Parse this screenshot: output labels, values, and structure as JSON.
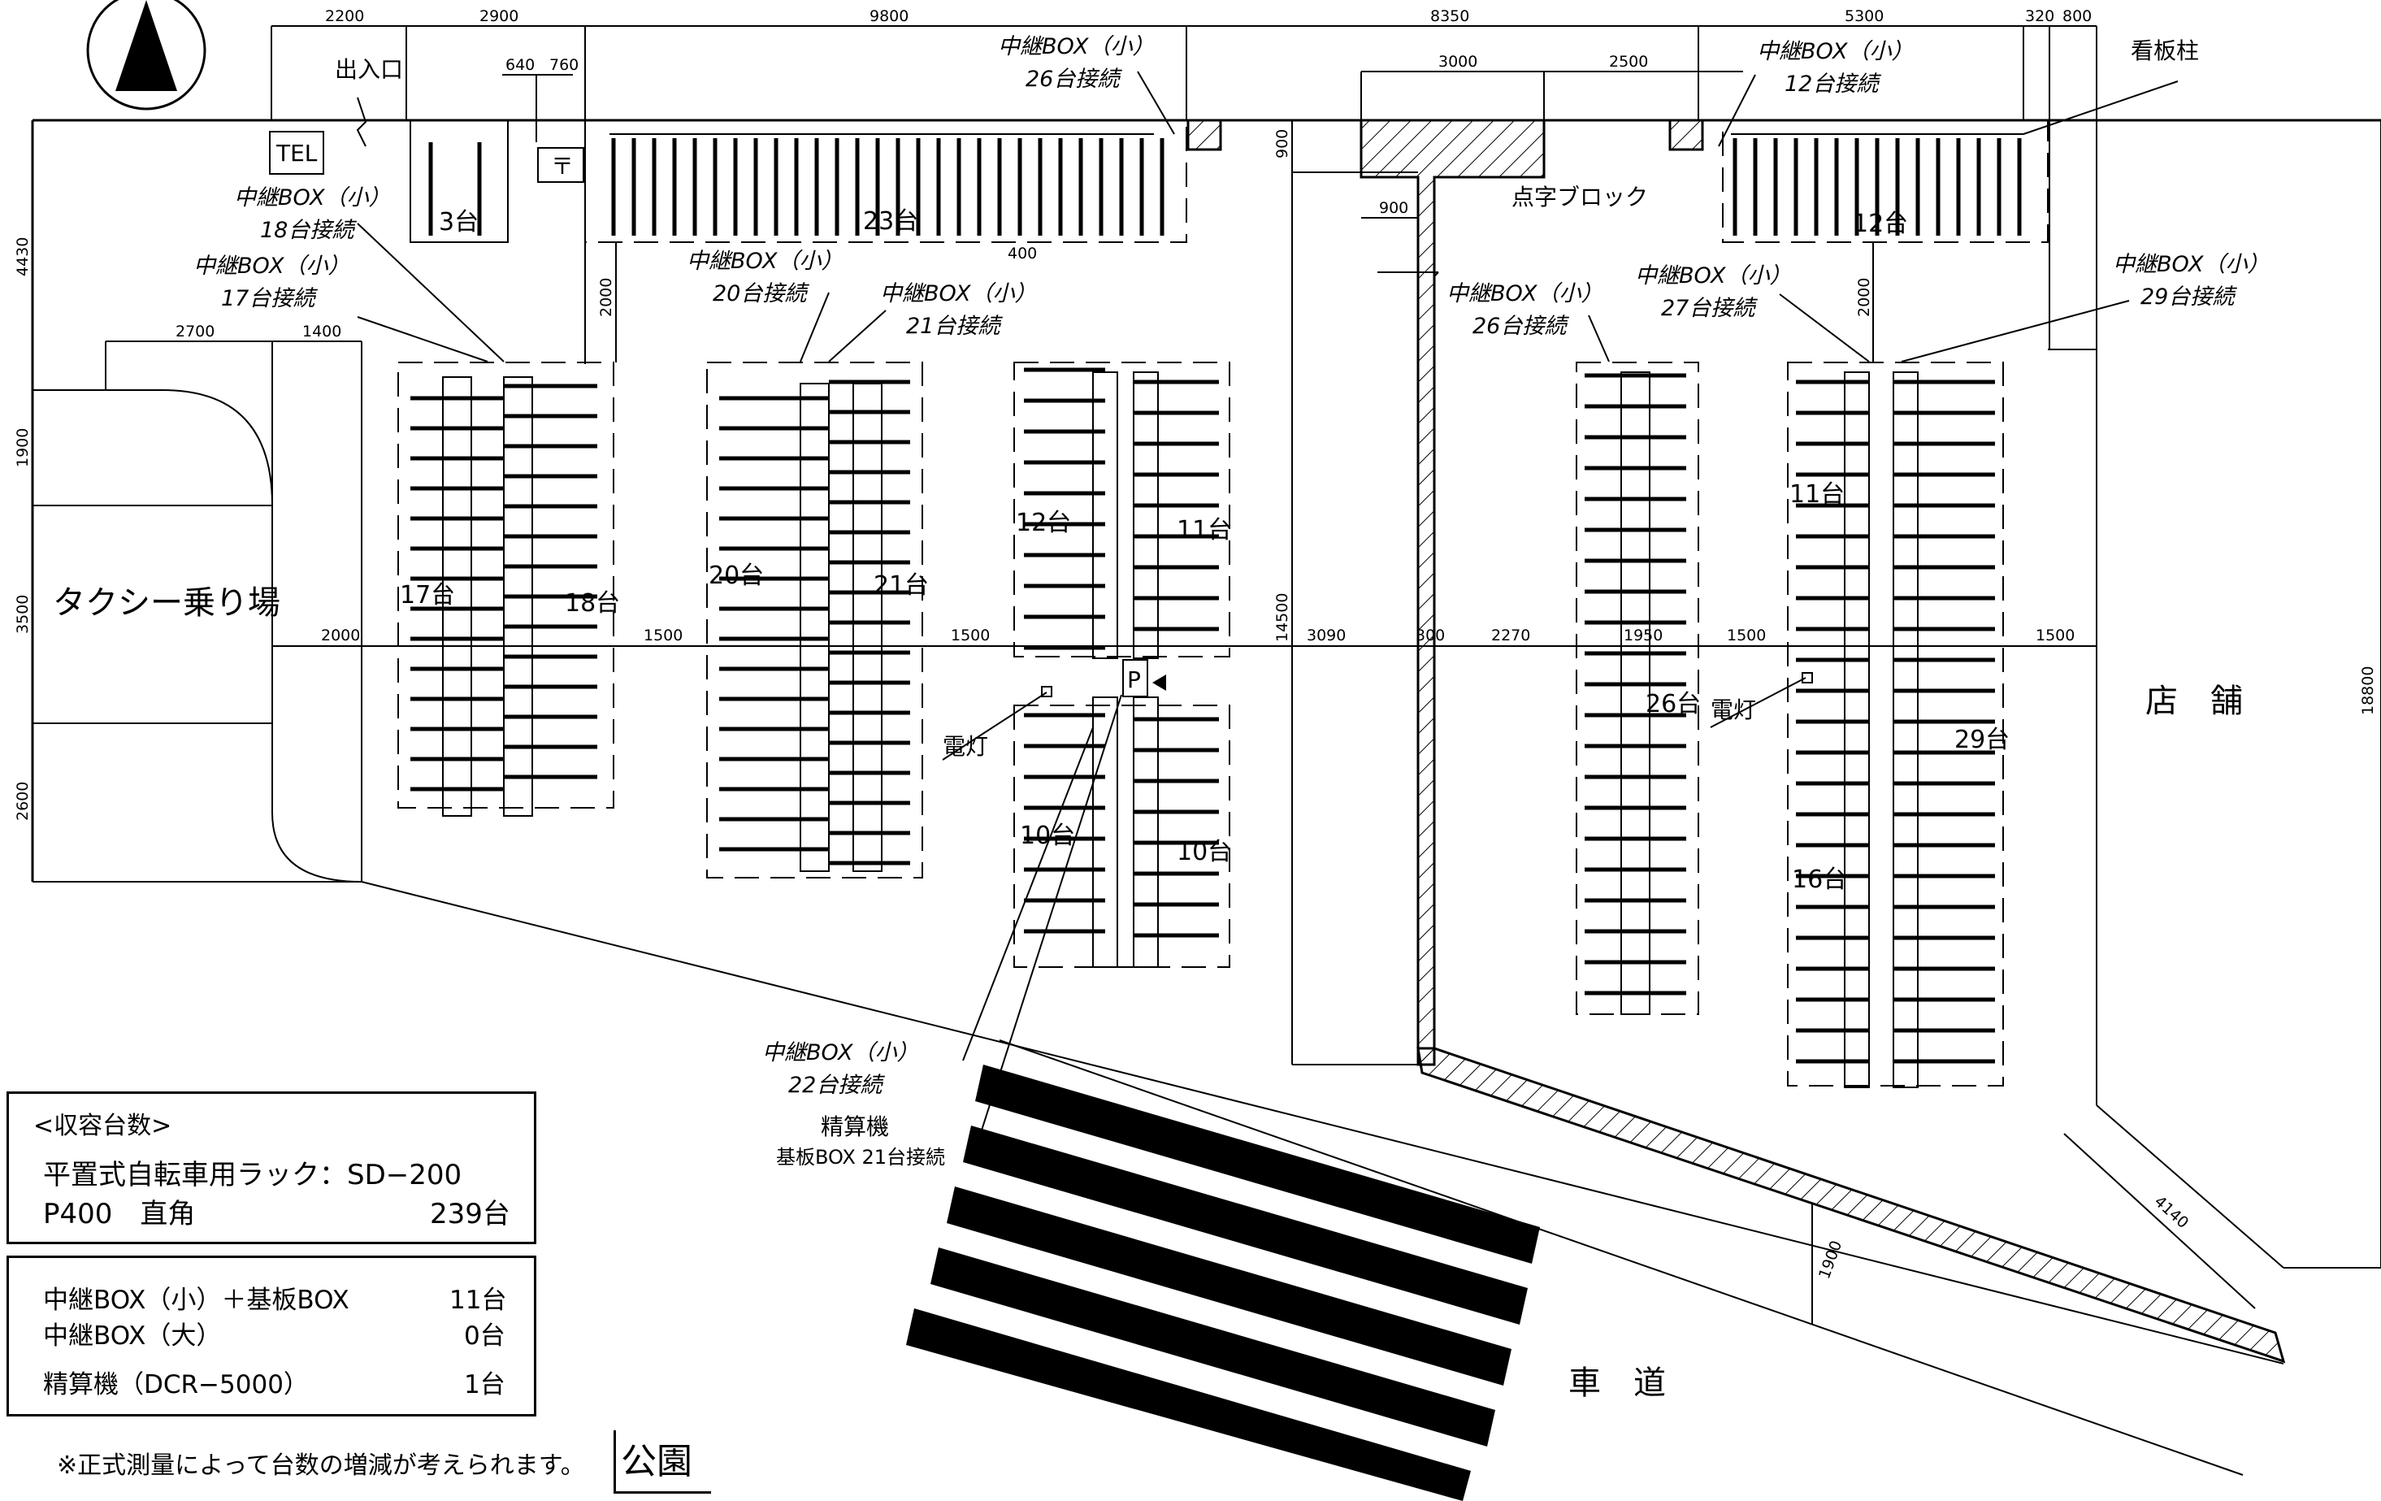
{
  "dimensions": {
    "top": [
      "2200",
      "2900",
      "640",
      "760",
      "9800",
      "8350",
      "5300",
      "320",
      "800",
      "3000",
      "2500"
    ],
    "left": [
      "4430",
      "1900",
      "3500",
      "2600",
      "2700",
      "1400"
    ],
    "middle": [
      "2000",
      "1500",
      "1500",
      "3090",
      "300",
      "2270",
      "1950",
      "1500",
      "1500",
      "14500",
      "2000",
      "2000",
      "900",
      "900",
      "400",
      "18800",
      "4140",
      "1900"
    ]
  },
  "labels": {
    "entrance": "出入口",
    "tel": "TEL",
    "post": "〒",
    "braille_block": "点字ブロック",
    "signpost": "看板柱",
    "taxi": "タクシー乗り場",
    "store": "店　舗",
    "road": "車　道",
    "light1": "電灯",
    "light2": "電灯",
    "p_sign": "P",
    "pay_machine": "精算機",
    "pay_machine_sub": "基板BOX 21台接続",
    "park": "公園"
  },
  "relays": [
    {
      "line1": "中継BOX（小）",
      "line2": "18台接続"
    },
    {
      "line1": "中継BOX（小）",
      "line2": "17台接続"
    },
    {
      "line1": "中継BOX（小）",
      "line2": "20台接続"
    },
    {
      "line1": "中継BOX（小）",
      "line2": "21台接続"
    },
    {
      "line1": "中継BOX（小）",
      "line2": "26台接続"
    },
    {
      "line1": "中継BOX（小）",
      "line2": "12台接続"
    },
    {
      "line1": "中継BOX（小）",
      "line2": "26台接続"
    },
    {
      "line1": "中継BOX（小）",
      "line2": "27台接続"
    },
    {
      "line1": "中継BOX（小）",
      "line2": "29台接続"
    },
    {
      "line1": "中継BOX（小）",
      "line2": "22台接続"
    }
  ],
  "counts": {
    "c3": "3台",
    "c23": "23台",
    "c12top": "12台",
    "c17": "17台",
    "c18": "18台",
    "c20": "20台",
    "c21": "21台",
    "c12": "12台",
    "c11": "11台",
    "c10a": "10台",
    "c10b": "10台",
    "c26": "26台",
    "c11r": "11台",
    "c29": "29台",
    "c16": "16台"
  },
  "capacity": {
    "title": "<収容台数>",
    "rack": "平置式自転車用ラック：SD−200",
    "pitch": "P400　直角",
    "total": "239台"
  },
  "equipment": [
    {
      "name": "中継BOX（小）＋基板BOX",
      "qty": "11台"
    },
    {
      "name": "中継BOX（大）",
      "qty": "0台"
    },
    {
      "name": "精算機（DCR−5000）",
      "qty": "1台"
    }
  ],
  "footnote": "※正式測量によって台数の増減が考えられます。"
}
